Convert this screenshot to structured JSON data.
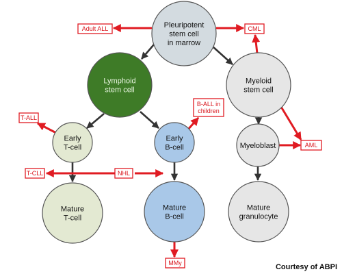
{
  "colors": {
    "grey_cell": "#d3dbe0",
    "lymphoid_cell": "#3e7b27",
    "light_green_cell": "#e3e9d2",
    "light_grey_cell": "#e6e6e6",
    "blue_cell": "#a9c8e8",
    "cell_outline": "#555555",
    "red_arrow": "#e01b22",
    "dark_arrow": "#333333"
  },
  "cells": {
    "pluripotent": [
      "Pleuripotent",
      "stem cell",
      "in marrow"
    ],
    "lymphoid": [
      "Lymphoid",
      "stem cell"
    ],
    "myeloid": [
      "Myeloid",
      "stem cell"
    ],
    "early_t": [
      "Early",
      "T-cell"
    ],
    "early_b": [
      "Early",
      "B-cell"
    ],
    "myeloblast": [
      "Myeloblast"
    ],
    "mature_t": [
      "Mature",
      "T-cell"
    ],
    "mature_b": [
      "Mature",
      "B-cell"
    ],
    "mature_granulocyte": [
      "Mature",
      "granulocyte"
    ]
  },
  "labels": {
    "adult_all": [
      "Adult ALL"
    ],
    "cml": [
      "CML"
    ],
    "t_all": [
      "T-ALL"
    ],
    "b_all": [
      "B-ALL in",
      "children"
    ],
    "aml": [
      "AML"
    ],
    "t_cll": [
      "T-CLL"
    ],
    "nhl": [
      "NHL"
    ],
    "mmy": [
      "MMy"
    ]
  },
  "credit": "Courtesy of ABPI"
}
